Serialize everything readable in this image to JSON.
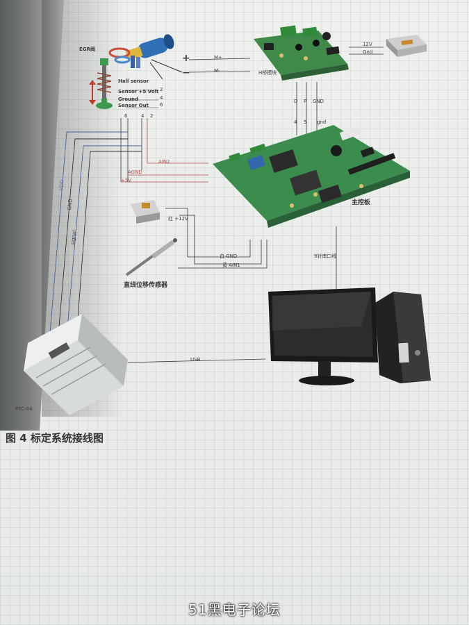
{
  "labels": {
    "egr": "EGR阀",
    "hall_sensor": "Hall sensor",
    "sensor_5v": "Sensor +5 Volt",
    "sensor_5v_pin": "2",
    "ground": "Ground",
    "ground_pin": "4",
    "sensor_out": "Sensor Out",
    "sensor_out_pin": "6",
    "plus": "+",
    "minus": "−",
    "m_plus": "M+",
    "m_minus": "M-",
    "hbridge": "H桥模块",
    "v12": "12V",
    "gnd_ps": "Gnd",
    "pin_d": "D",
    "pin_p": "P",
    "pin_gnd": "GND",
    "pin_4": "4",
    "pin_5": "5",
    "pin_gnd2": "gnd",
    "top_6": "6",
    "top_4": "4",
    "top_2": "2",
    "ain2": "AIN2",
    "agnd": "AGND",
    "five_v": "+5V",
    "main_board": "主控板",
    "red_12v": "红 +12V",
    "white_gnd": "白 GND",
    "yellow_ain1": "黄 AIN1",
    "displacement_sensor": "直线位移传感器",
    "serial": "9针串口线",
    "vdd": "VDD",
    "gnd_ptc": "GND",
    "signal": "signal",
    "usb": "USB",
    "ptc": "PTC-04"
  },
  "caption": "图 4  标定系统接线图",
  "watermark": "51黑电子论坛"
}
